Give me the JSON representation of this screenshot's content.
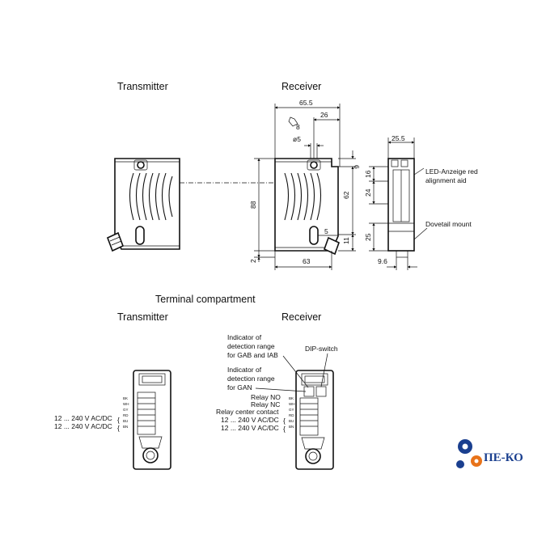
{
  "headings": {
    "transmitter_top": "Transmitter",
    "receiver_top": "Receiver",
    "terminal_compartment": "Terminal compartment",
    "transmitter_bottom": "Transmitter",
    "receiver_bottom": "Receiver"
  },
  "dimensions": {
    "width_total": "65.5",
    "offset_26": "26",
    "wrench": "8",
    "hole_dia": "ø5",
    "top_6": "6",
    "height_88": "88",
    "height_62": "62",
    "bottom_5": "5",
    "bottom_11": "11",
    "base_2": "2",
    "width_63": "63",
    "side_width": "25.5",
    "side_16": "16",
    "side_24": "24",
    "side_25": "25",
    "side_9_6": "9.6"
  },
  "callouts": {
    "led_line1": "LED-Anzeige red",
    "led_line2": "alignment aid",
    "dovetail": "Dovetail mount"
  },
  "terminal": {
    "transmitter_supply_1": "12 ... 240 V AC/DC",
    "transmitter_supply_2": "12 ... 240 V AC/DC",
    "transmitter_wire_codes": [
      "BK",
      "WH",
      "GY",
      "RD",
      "BU",
      "BN"
    ],
    "receiver_indicator_gab_1": "Indicator of",
    "receiver_indicator_gab_2": "detection range",
    "receiver_indicator_gab_3": "for GAB and IAB",
    "receiver_indicator_gan_1": "Indicator of",
    "receiver_indicator_gan_2": "detection range",
    "receiver_indicator_gan_3": "for GAN",
    "dip_switch": "DIP-switch",
    "relay_no": "Relay NO",
    "relay_nc": "Relay NC",
    "relay_center": "Relay center contact",
    "receiver_supply_1": "12 ... 240 V AC/DC",
    "receiver_supply_2": "12 ... 240 V AC/DC",
    "receiver_wire_codes": [
      "BK",
      "WH",
      "GY",
      "RD",
      "BU",
      "BN"
    ]
  },
  "logo": {
    "text": "ПЕ-КО",
    "color": "#1a3f8f",
    "accent": "#e8731a"
  }
}
